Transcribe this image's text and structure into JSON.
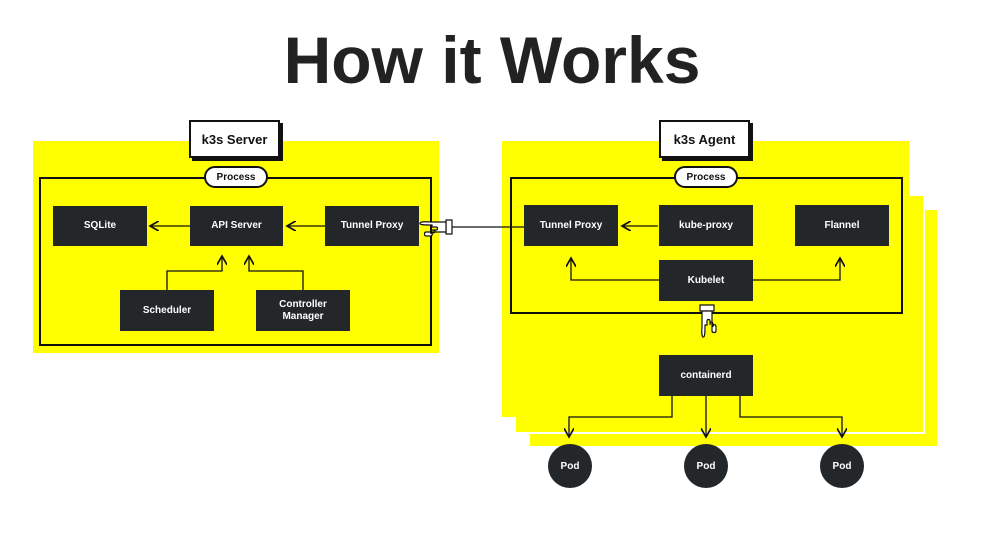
{
  "title": "How it Works",
  "server": {
    "header": "k3s Server",
    "process_label": "Process",
    "sqlite": "SQLite",
    "api_server": "API Server",
    "tunnel_proxy": "Tunnel Proxy",
    "scheduler": "Scheduler",
    "controller_manager": "Controller\nManager"
  },
  "agent": {
    "header": "k3s Agent",
    "process_label": "Process",
    "tunnel_proxy": "Tunnel Proxy",
    "kube_proxy": "kube-proxy",
    "flannel": "Flannel",
    "kubelet": "Kubelet",
    "containerd": "containerd"
  },
  "pods": [
    "Pod",
    "Pod",
    "Pod"
  ],
  "colors": {
    "accent": "#ffff00",
    "box": "#23272a",
    "text_dark": "#222222"
  },
  "icons": [
    "pointing-hand-icon"
  ]
}
